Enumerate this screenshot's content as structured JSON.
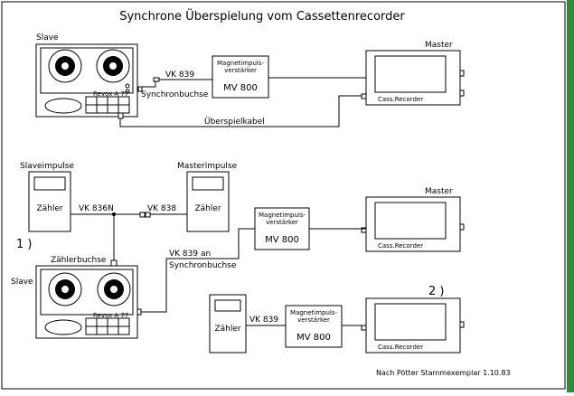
{
  "title": "Synchrone Überspielung vom Cassettenrecorder",
  "footer": "Nach Pötter Stammexemplar 1.10.83",
  "colors": {
    "border_green": "#2f8a3c",
    "line": "#000000",
    "background": "#ffffff"
  },
  "section1": {
    "slave_label": "Slave",
    "master_label": "Master",
    "cable_vk": "VK 839",
    "amp_line1": "Magnetimpuls-",
    "amp_line2": "verstärker",
    "amp_model": "MV 800",
    "sync_socket": "Synchronbuchse",
    "dub_cable": "Überspielkabel",
    "recorder_label": "Cass.Recorder",
    "deck_brand": "Revox A 77"
  },
  "section2": {
    "number": "1 )",
    "slave_impulse": "Slaveimpulse",
    "master_impulse": "Masterimpulse",
    "counter": "Zähler",
    "cable_vk836n": "VK 836N",
    "cable_vk838": "VK 838",
    "amp_line1": "Magnetimpuls-",
    "amp_line2": "verstärker",
    "amp_model": "MV 800",
    "master_label": "Master",
    "recorder_label": "Cass.Recorder",
    "counter_socket": "Zählerbuchse",
    "slave_label": "Slave",
    "vk839_to": "VK 839 an",
    "sync_socket": "Synchronbuchse",
    "deck_brand": "Revox A 77"
  },
  "section3": {
    "number": "2 )",
    "counter": "Zähler",
    "cable_vk": "VK 839",
    "amp_line1": "Magnetimpuls-",
    "amp_line2": "verstärker",
    "amp_model": "MV 800",
    "recorder_label": "Cass.Recorder"
  }
}
